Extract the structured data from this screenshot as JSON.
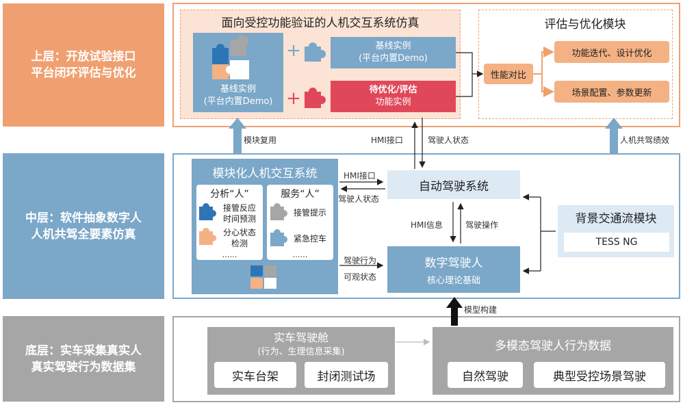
{
  "layers": {
    "top": {
      "line1": "上层：开放试验接口",
      "line2": "平台闭环评估与优化",
      "color": "#f0a070"
    },
    "mid": {
      "line1": "中层：软件抽象数字人",
      "line2": "人机共驾全要素仿真",
      "color": "#7ba7c9"
    },
    "bottom": {
      "line1": "底层：实车采集真实人",
      "line2": "真实驾驶行为数据集",
      "color": "#a6a6a6"
    }
  },
  "top": {
    "sim_title": "面向受控功能验证的人机交互系统仿真",
    "baseline_left": {
      "line1": "基线实例",
      "line2": "(平台内置Demo)"
    },
    "baseline_right": {
      "line1": "基线实例",
      "line2": "(平台内置Demo)"
    },
    "pending": {
      "line1": "待优化/评估",
      "line2": "功能实例"
    },
    "plus": "+",
    "eval_title": "评估与优化模块",
    "perf": "性能对比",
    "iter": "功能迭代、设计优化",
    "scene": "场景配置、参数更新"
  },
  "links": {
    "module_reuse": "模块复用",
    "hmi_interface": "HMI接口",
    "driver_state": "驾驶人状态",
    "hmi_interface2": "HMI接口",
    "driver_state2": "驾驶人状态",
    "copilot_perf": "人机共驾绩效",
    "hmi_info": "HMI信息",
    "drive_op": "驾驶操作",
    "drive_behavior": "驾驶行为",
    "observable_state": "可观状态",
    "model_build": "模型构建"
  },
  "mid": {
    "modular_title": "模块化人机交互系统",
    "analysis_title": "分析“人”",
    "service_title": "服务“人”",
    "takeover_time": {
      "line1": "接管反应",
      "line2": "时间预测"
    },
    "distraction": {
      "line1": "分心状态",
      "line2": "检测"
    },
    "dots": "……",
    "takeover_hint": "接管提示",
    "emergency": "紧急控车",
    "ads": "自动驾驶系统",
    "digital_driver": "数字驾驶人",
    "digital_driver_sub": "核心理论基础",
    "traffic_title": "背景交通流模块",
    "tess": "TESS NG"
  },
  "bottom": {
    "cabin_title": "实车驾驶舱",
    "cabin_sub": "(行为、生理信息采集)",
    "bench": "实车台架",
    "field": "封闭测试场",
    "data_title": "多模态驾驶人行为数据",
    "natural": "自然驾驶",
    "typical": "典型受控场景驾驶"
  },
  "colors": {
    "orange": "#f0a070",
    "blue": "#7ba7c9",
    "gray": "#a6a6a6",
    "red": "#e0485a",
    "puzzle_blue": "#2e75b6",
    "puzzle_orange": "#f4b183"
  }
}
